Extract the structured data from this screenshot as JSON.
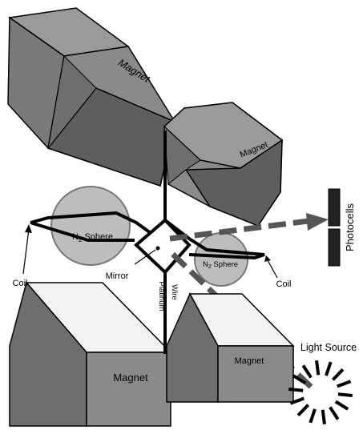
{
  "labels": {
    "magnet_top_left": "Magnet",
    "magnet_top_right": "Magnet",
    "magnet_bottom_left": "Magnet",
    "magnet_bottom_right": "Magnet",
    "sphere_left_sub": "2",
    "sphere_left_prefix": "N",
    "sphere_left_suffix": " Sphere",
    "sphere_right_prefix": "N",
    "sphere_right_sub": "2",
    "sphere_right_suffix": " Sphere",
    "coil_left": "Coil",
    "coil_right": "Coil",
    "mirror": "Mirror",
    "platinum": "Platinum",
    "wire": "Wire",
    "photocells": "Photocells",
    "light_source": "Light Source"
  },
  "colors": {
    "magnet_light": "#f2f2f2",
    "magnet_mid": "#8a8a8a",
    "magnet_dark": "#5e5e5e",
    "sphere_fill": "#bdbdbd",
    "beam": "#555555",
    "outline": "#000000"
  }
}
